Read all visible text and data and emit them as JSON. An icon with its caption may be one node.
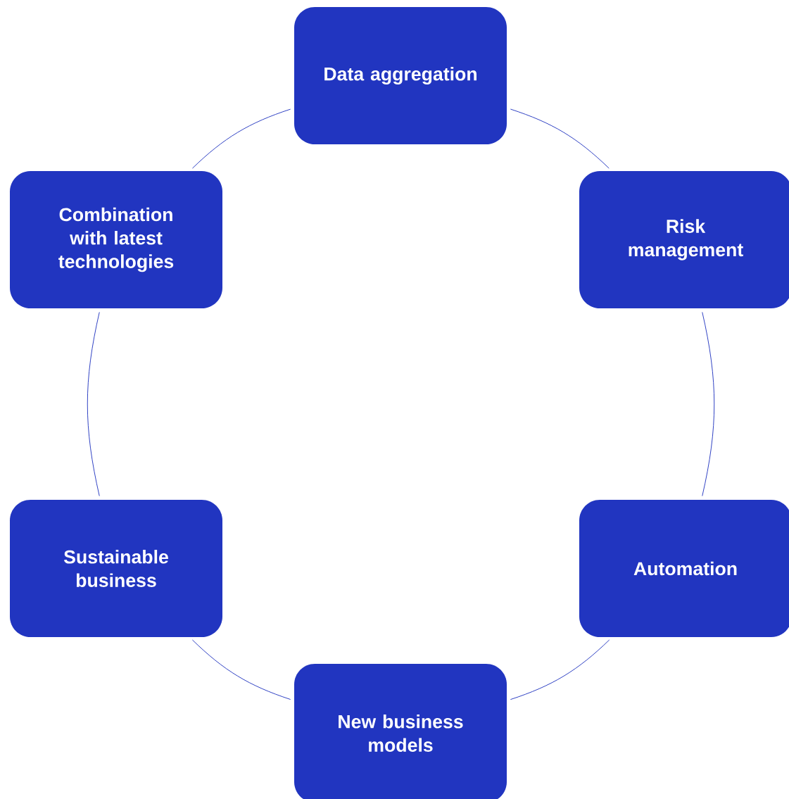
{
  "diagram": {
    "nodes": [
      {
        "text": [
          "Data aggregation"
        ]
      },
      {
        "text": [
          "Risk management"
        ]
      },
      {
        "text": [
          "Automation"
        ]
      },
      {
        "text": [
          "New business models"
        ]
      },
      {
        "text": [
          "Sustainable business"
        ]
      },
      {
        "text": [
          "Combination with latest technologies"
        ]
      }
    ],
    "edges": [
      {
        "from": 0,
        "to": 1,
        "arrow": "none"
      },
      {
        "from": 1,
        "to": 2,
        "arrow": "none"
      },
      {
        "from": 2,
        "to": 3,
        "arrow": "none"
      },
      {
        "from": 3,
        "to": 4,
        "arrow": "none"
      },
      {
        "from": 4,
        "to": 5,
        "arrow": "none"
      },
      {
        "from": 5,
        "to": 0,
        "arrow": "none"
      }
    ]
  }
}
